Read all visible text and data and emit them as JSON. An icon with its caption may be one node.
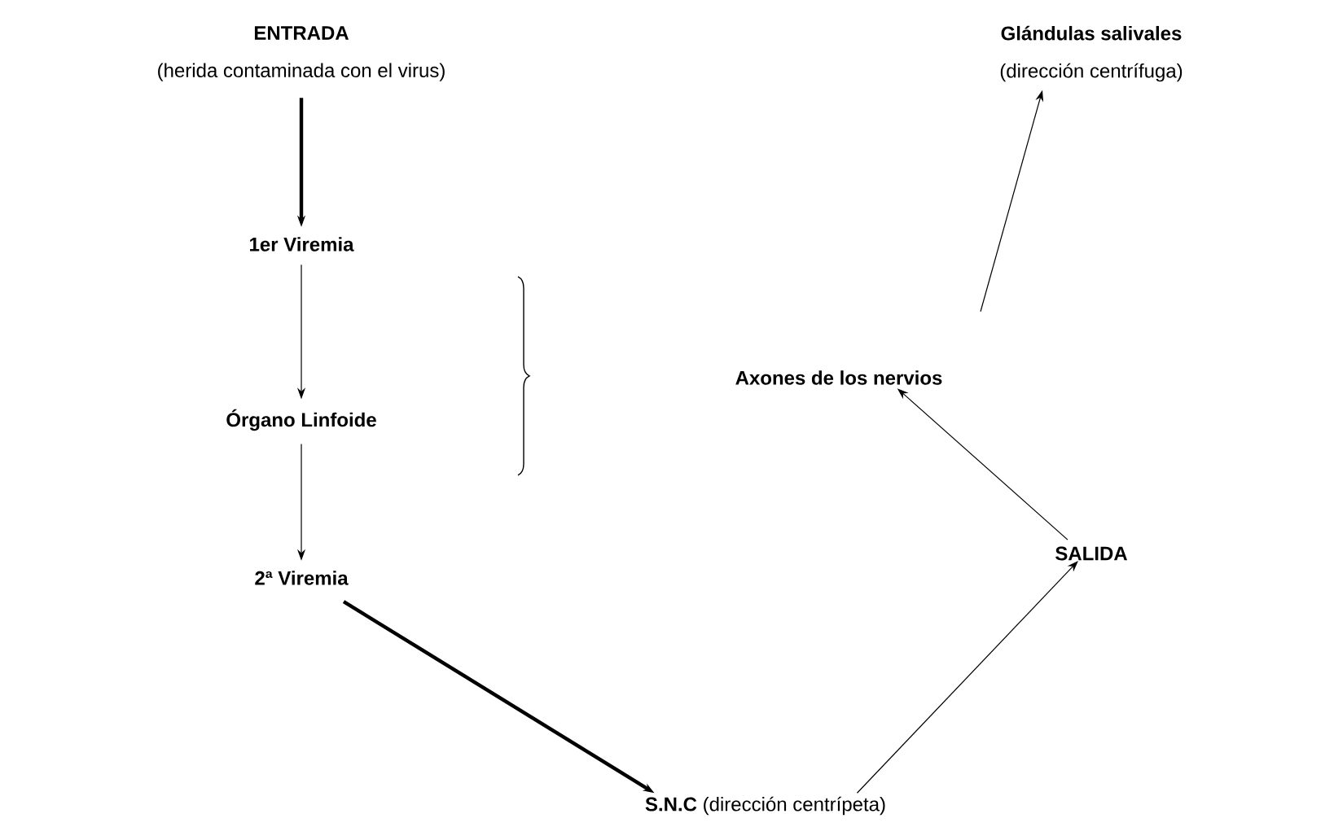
{
  "diagram": {
    "nodes": [
      {
        "text": [
          "ENTRADA",
          "(herida contaminada con el virus)"
        ]
      },
      {
        "text": [
          "1er Viremia"
        ]
      },
      {
        "text": [
          "Órgano Linfoide"
        ]
      },
      {
        "text": [
          "2ª Viremia"
        ]
      },
      {
        "text": [
          "**S.N.C** (dirección centrípeta)"
        ]
      },
      {
        "text": [
          "SALIDA"
        ]
      },
      {
        "text": [
          "Axones de los nervios"
        ]
      },
      {
        "text": [
          "Glándulas salivales",
          "(dirección centrífuga)"
        ]
      }
    ],
    "edges": [
      {
        "from": 0,
        "to": 1,
        "arrow": "to",
        "style": "thick"
      },
      {
        "from": 1,
        "to": 2,
        "arrow": "to"
      },
      {
        "from": 2,
        "to": 3,
        "arrow": "to"
      },
      {
        "from": 3,
        "to": 4,
        "arrow": "to",
        "style": "thick"
      },
      {
        "from": 4,
        "to": 5,
        "arrow": "to"
      },
      {
        "from": 5,
        "to": 6,
        "arrow": "to"
      },
      {
        "from": 6,
        "to": 7,
        "arrow": "to"
      }
    ]
  }
}
